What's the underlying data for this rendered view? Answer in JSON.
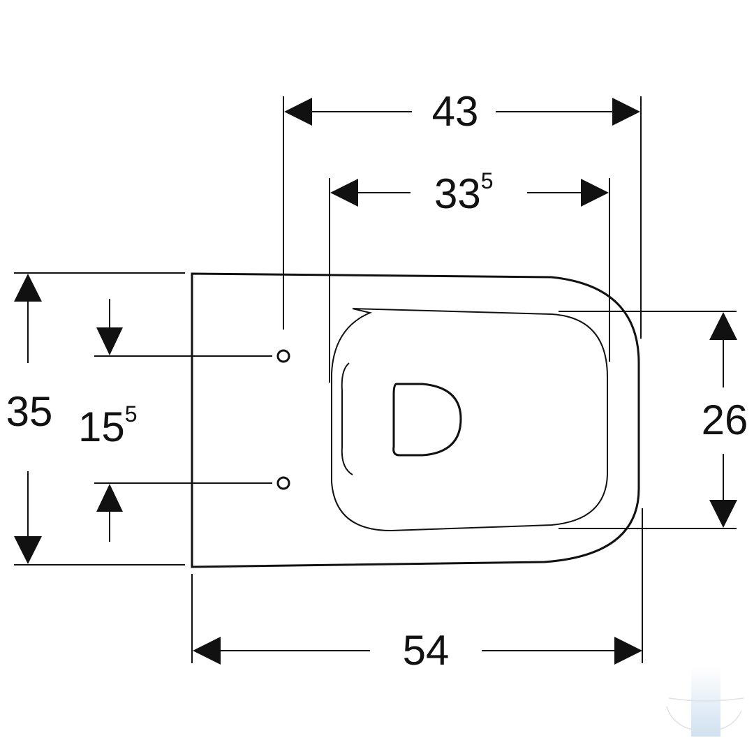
{
  "dimensions": {
    "width_top": {
      "main": "43",
      "sup": ""
    },
    "width_inner": {
      "main": "33",
      "sup": "5"
    },
    "width_bottom": {
      "main": "54",
      "sup": ""
    },
    "height_left": {
      "main": "35",
      "sup": ""
    },
    "hole_spacing": {
      "main": "15",
      "sup": "5"
    },
    "height_right": {
      "main": "26",
      "sup": ""
    }
  },
  "colors": {
    "line": "#111111",
    "background": "#ffffff"
  }
}
